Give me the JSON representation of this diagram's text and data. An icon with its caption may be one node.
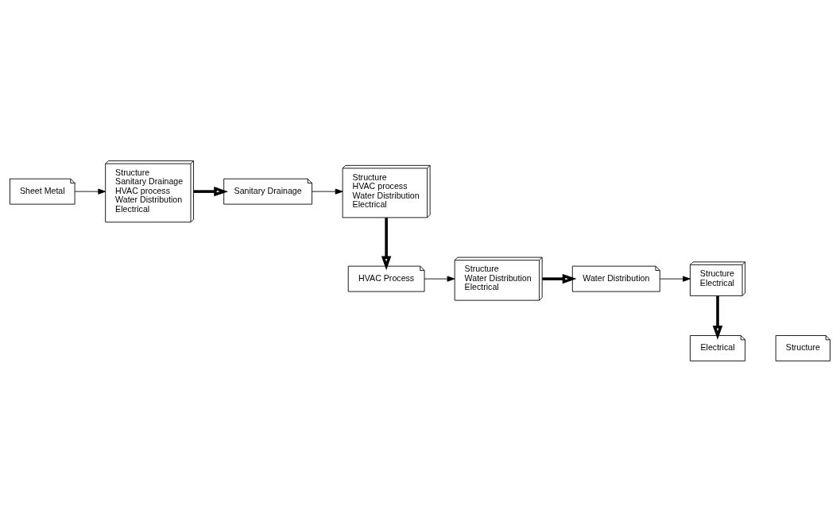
{
  "diagram": {
    "nodes": [
      {
        "text": [
          "Sheet Metal"
        ]
      },
      {
        "text": [
          "Structure",
          "Sanitary Drainage",
          "HVAC process",
          "Water Distribution",
          "Electrical"
        ]
      },
      {
        "text": [
          "Sanitary Drainage"
        ]
      },
      {
        "text": [
          "Structure",
          "HVAC process",
          "Water Distribution",
          "Electrical"
        ]
      },
      {
        "text": [
          "HVAC Process"
        ]
      },
      {
        "text": [
          "Structure",
          "Water Distribution",
          "Electrical"
        ]
      },
      {
        "text": [
          "Water Distribution"
        ]
      },
      {
        "text": [
          "Structure",
          "Electrical"
        ]
      },
      {
        "text": [
          "Electrical"
        ]
      },
      {
        "text": [
          "Structure"
        ]
      }
    ],
    "edges": [
      {
        "from": 0,
        "to": 1,
        "arrow": "to"
      },
      {
        "from": 1,
        "to": 2,
        "arrow": "to",
        "style": "thick"
      },
      {
        "from": 2,
        "to": 3,
        "arrow": "to"
      },
      {
        "from": 3,
        "to": 4,
        "arrow": "to",
        "style": "thick"
      },
      {
        "from": 4,
        "to": 5,
        "arrow": "to"
      },
      {
        "from": 5,
        "to": 6,
        "arrow": "to",
        "style": "thick"
      },
      {
        "from": 6,
        "to": 7,
        "arrow": "to"
      },
      {
        "from": 7,
        "to": 8,
        "arrow": "to",
        "style": "thick"
      }
    ]
  }
}
